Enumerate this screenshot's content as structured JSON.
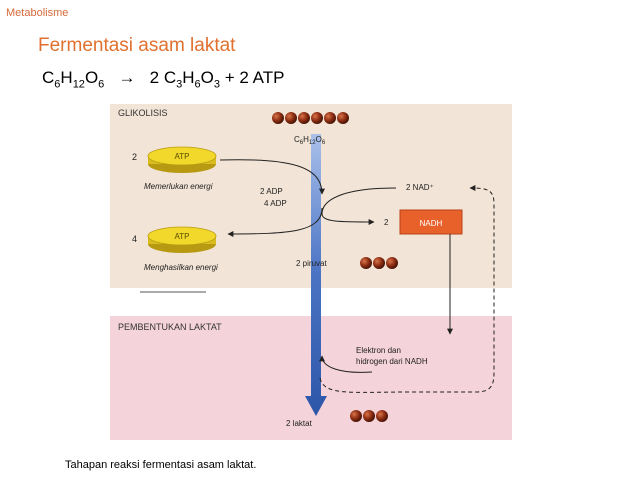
{
  "header": {
    "section": "Metabolisme"
  },
  "title": "Fermentasi asam laktat",
  "equation": {
    "reactant": {
      "c": "C",
      "c_sub": "6",
      "h": "H",
      "h_sub": "12",
      "o": "O",
      "o_sub": "6"
    },
    "arrow": "→",
    "product_coef": "2",
    "product": {
      "c": "C",
      "c_sub": "3",
      "h": "H",
      "h_sub": "6",
      "o": "O",
      "o_sub": "3"
    },
    "plus": "+",
    "atp": "2 ATP"
  },
  "figure": {
    "glycolysis_label": "GLIKOLISIS",
    "glucose": {
      "c": "C",
      "c_sub": "6",
      "h": "H",
      "h_sub": "12",
      "o": "O",
      "o_sub": "6"
    },
    "atp_top": {
      "count": "2",
      "disk_label": "ATP",
      "caption": "Memerlukan energi"
    },
    "atp_bottom": {
      "count": "4",
      "disk_label": "ATP",
      "caption": "Menghasilkan energi"
    },
    "adp_2": "2 ADP",
    "adp_4": "4 ADP",
    "nad": "2 NAD⁺",
    "nadh_count": "2",
    "nadh_label": "NADH",
    "pyruvate": "2 piruvat",
    "lactate_formation_label": "PEMBENTUKAN LAKTAT",
    "electron_line1": "Elektron dan",
    "electron_line2": "hidrogen dari NADH",
    "lactate": "2 laktat",
    "colors": {
      "glycolysis_bg": "#f2e4d6",
      "lactate_bg": "#f4d3da",
      "flow_arrow": "#4a73c4",
      "nadh_box": "#e8602a",
      "atp_disk": "#f1d82a",
      "molecule": "#8b2c12"
    }
  },
  "caption": "Tahapan reaksi fermentasi asam laktat."
}
